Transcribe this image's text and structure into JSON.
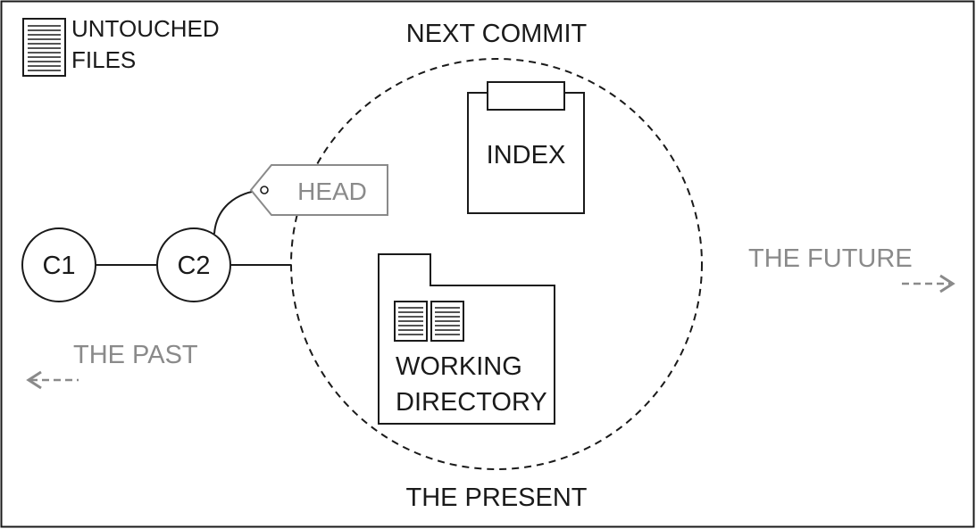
{
  "legend": {
    "label_line1": "UNTOUCHED",
    "label_line2": "FILES",
    "icon": "document-icon"
  },
  "top_label": "NEXT COMMIT",
  "bottom_label": "THE PRESENT",
  "index": {
    "label": "INDEX",
    "icon": "clipboard-icon"
  },
  "working_directory": {
    "line1": "WORKING",
    "line2": "DIRECTORY",
    "icon": "folder-icon"
  },
  "commits": [
    {
      "label": "C1"
    },
    {
      "label": "C2"
    }
  ],
  "head": {
    "label": "HEAD",
    "icon": "tag-icon"
  },
  "past": {
    "label": "THE PAST",
    "icon": "arrow-left-icon"
  },
  "future": {
    "label": "THE FUTURE",
    "icon": "arrow-right-icon"
  },
  "colors": {
    "ink": "#1a1a1a",
    "muted": "#8a8a8a"
  }
}
